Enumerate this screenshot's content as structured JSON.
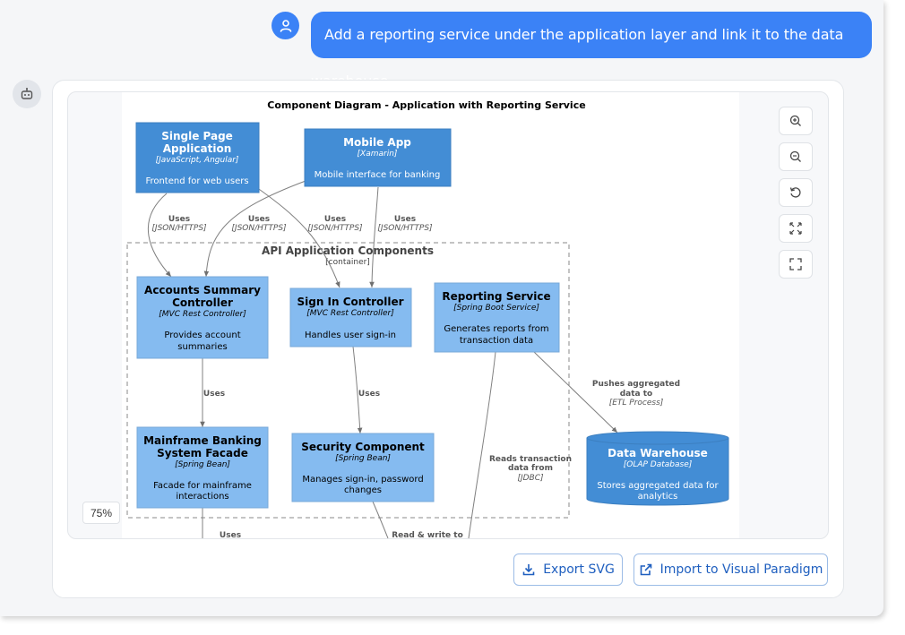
{
  "chat": {
    "user_message": "Add a reporting service under the application layer and link it to the data warehouse"
  },
  "icons": {
    "user": "user-icon",
    "bot": "bot-icon",
    "zoom_in": "zoom-in-icon",
    "zoom_out": "zoom-out-icon",
    "reset": "rotate-ccw-icon",
    "fit": "fit-icon",
    "fullscreen": "fullscreen-icon",
    "download": "download-icon",
    "external_link": "external-link-icon"
  },
  "colors": {
    "primary": "#3b82f6",
    "node_dark": "#438dd5",
    "node_light": "#85bbf0"
  },
  "viewer": {
    "zoom_level": "75%"
  },
  "actions": {
    "export_svg": "Export SVG",
    "import_vp": "Import to Visual Paradigm"
  },
  "diagram": {
    "title": "Component Diagram - Application with Reporting Service",
    "boundary": {
      "name": "API Application Components",
      "type": "[container]"
    },
    "nodes": {
      "spa": {
        "name_line1": "Single Page",
        "name_line2": "Application",
        "tech": "[JavaScript, Angular]",
        "desc": "Frontend for web users"
      },
      "mobile": {
        "name": "Mobile App",
        "tech": "[Xamarin]",
        "desc": "Mobile interface for banking"
      },
      "accounts": {
        "name_line1": "Accounts Summary",
        "name_line2": "Controller",
        "tech": "[MVC Rest Controller]",
        "desc_line1": "Provides account",
        "desc_line2": "summaries"
      },
      "signin": {
        "name": "Sign In Controller",
        "tech": "[MVC Rest Controller]",
        "desc": "Handles user sign-in"
      },
      "reporting": {
        "name": "Reporting Service",
        "tech": "[Spring Boot Service]",
        "desc_line1": "Generates reports from",
        "desc_line2": "transaction data"
      },
      "mainframe": {
        "name_line1": "Mainframe Banking",
        "name_line2": "System Facade",
        "tech": "[Spring Bean]",
        "desc_line1": "Facade for mainframe",
        "desc_line2": "interactions"
      },
      "security": {
        "name": "Security Component",
        "tech": "[Spring Bean]",
        "desc_line1": "Manages sign-in, password",
        "desc_line2": "changes"
      },
      "warehouse": {
        "name": "Data Warehouse",
        "tech": "[OLAP Database]",
        "desc_line1": "Stores aggregated data for",
        "desc_line2": "analytics"
      }
    },
    "edges": {
      "spa_accounts": {
        "label": "Uses",
        "tech": "[JSON/HTTPS]"
      },
      "mobile_accounts": {
        "label": "Uses",
        "tech": "[JSON/HTTPS]"
      },
      "spa_signin": {
        "label": "Uses",
        "tech": "[JSON/HTTPS]"
      },
      "mobile_signin": {
        "label": "Uses",
        "tech": "[JSON/HTTPS]"
      },
      "accounts_mainframe": {
        "label": "Uses"
      },
      "signin_security": {
        "label": "Uses"
      },
      "reporting_warehouse": {
        "label_line1": "Pushes aggregated",
        "label_line2": "data to",
        "tech": "[ETL Process]"
      },
      "reporting_reads": {
        "label_line1": "Reads transaction",
        "label_line2": "data from",
        "tech": "[JDBC]"
      },
      "mainframe_uses": {
        "label": "Uses"
      },
      "security_readwrite": {
        "label": "Read & write to"
      }
    }
  }
}
